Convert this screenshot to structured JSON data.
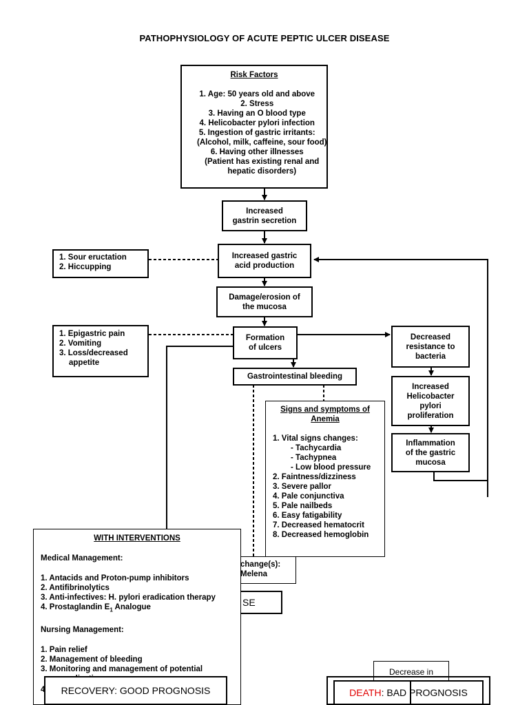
{
  "title": "PATHOPHYSIOLOGY OF ACUTE PEPTIC ULCER DISEASE",
  "risk_factors": {
    "heading": "Risk Factors",
    "items": [
      "1. Age: 50 years old and above",
      "2. Stress",
      "3. Having an O blood type",
      "4. Helicobacter pylori infection",
      "5. Ingestion of gastric irritants:",
      "(Alcohol, milk, caffeine, sour food)",
      "6. Having other illnesses",
      "(Patient has existing renal and",
      "hepatic disorders)"
    ]
  },
  "gastrin": [
    "Increased",
    "gastrin secretion"
  ],
  "acid": [
    "Increased gastric",
    "acid production"
  ],
  "acid_symptoms": [
    "1. Sour eructation",
    "2. Hiccupping"
  ],
  "damage": [
    "Damage/erosion of",
    "the mucosa"
  ],
  "ulcer_symptoms": [
    "1. Epigastric pain",
    "2. Vomiting",
    "3. Loss/decreased",
    "appetite"
  ],
  "ulcers": [
    "Formation",
    "of ulcers"
  ],
  "bleeding": "Gastrointestinal bleeding",
  "resistance": [
    "Decreased",
    "resistance to",
    "bacteria"
  ],
  "hpylori": [
    "Increased",
    "Helicobacter",
    "pylori",
    "proliferation"
  ],
  "inflammation": [
    "Inflammation",
    "of the gastric",
    "mucosa"
  ],
  "anemia": {
    "heading": [
      "Signs and symptoms of",
      "Anemia"
    ],
    "items": [
      "1. Vital signs changes:",
      "- Tachycardia",
      "- Tachypnea",
      "- Low blood pressure",
      "2. Faintness/dizziness",
      "3. Severe pallor",
      "4. Pale conjunctiva",
      "5. Pale nailbeds",
      "6. Easy fatigability",
      "7. Decreased hematocrit",
      "8. Decreased hemoglobin"
    ]
  },
  "stool": [
    "change(s):",
    "Melena"
  ],
  "partial_se": "SE",
  "interventions": {
    "heading": "WITH INTERVENTIONS",
    "medical_heading": "Medical Management:",
    "medical_items": [
      "1.  Antacids and Proton-pump inhibitors",
      "2.  Antifibrinolytics",
      "3.  Anti-infectives: H. pylori eradication therapy",
      "4.  Prostaglandin E",
      " Analogue"
    ],
    "medical_subscript": "1",
    "nursing_heading": "Nursing Management:",
    "nursing_items": [
      "1.  Pain relief",
      "2.  Management of bleeding",
      "3.  Monitoring and management of potential",
      "complications",
      "4."
    ]
  },
  "recovery": "RECOVERY: GOOD PROGNOSIS",
  "decrease": "Decrease in",
  "death": {
    "red": "DEATH",
    "rest": ": BAD PROGNOSIS"
  },
  "colors": {
    "death": "#e00000",
    "lines": "#000000"
  }
}
